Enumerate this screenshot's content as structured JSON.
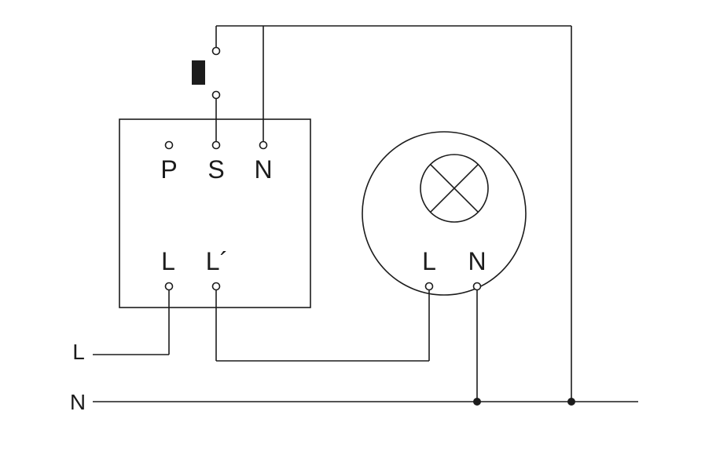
{
  "colors": {
    "line": "#1c1c1c",
    "background": "#ffffff"
  },
  "sensor_unit": {
    "top_terminals": [
      "P",
      "S",
      "N"
    ],
    "bottom_terminals": [
      "L",
      "L´"
    ]
  },
  "lamp_unit": {
    "terminals": [
      "L",
      "N"
    ]
  },
  "supply_lines": {
    "live": "L",
    "neutral": "N"
  }
}
